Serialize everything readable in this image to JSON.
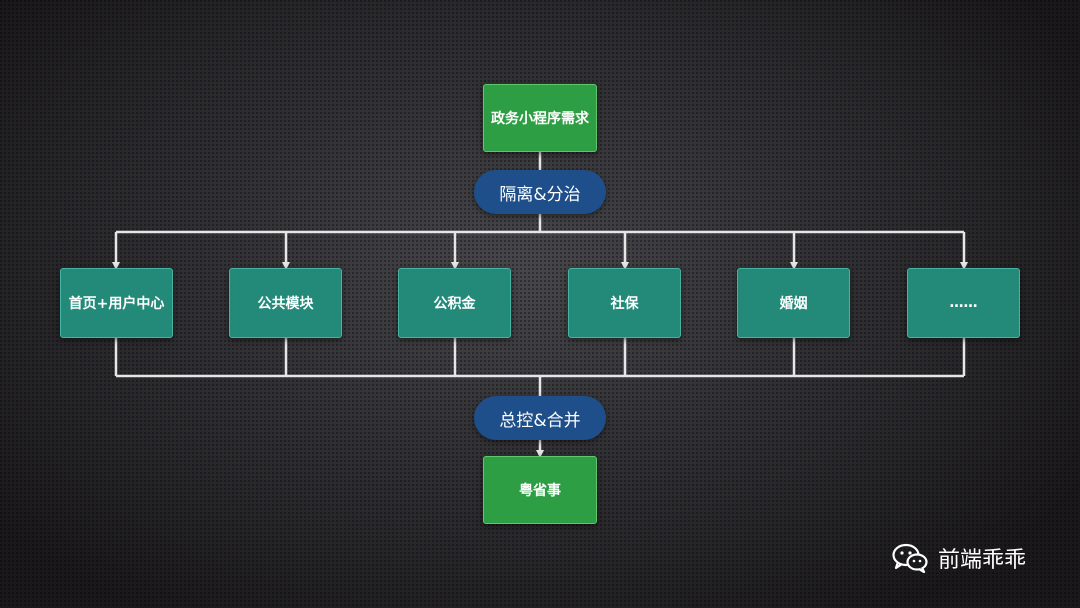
{
  "diagram": {
    "top_node": "政务小程序需求",
    "split_label": "隔离&分治",
    "modules": [
      "首页+用户中心",
      "公共模块",
      "公积金",
      "社保",
      "婚姻",
      "……"
    ],
    "merge_label": "总控&合并",
    "bottom_node": "粤省事"
  },
  "watermark": {
    "account_name": "前端乖乖",
    "icon": "wechat-icon"
  },
  "colors": {
    "top_bottom_box": "#2e9e44",
    "module_box": "#238a7a",
    "pill": "#1f4f8a",
    "connector": "#e6e6e6"
  }
}
